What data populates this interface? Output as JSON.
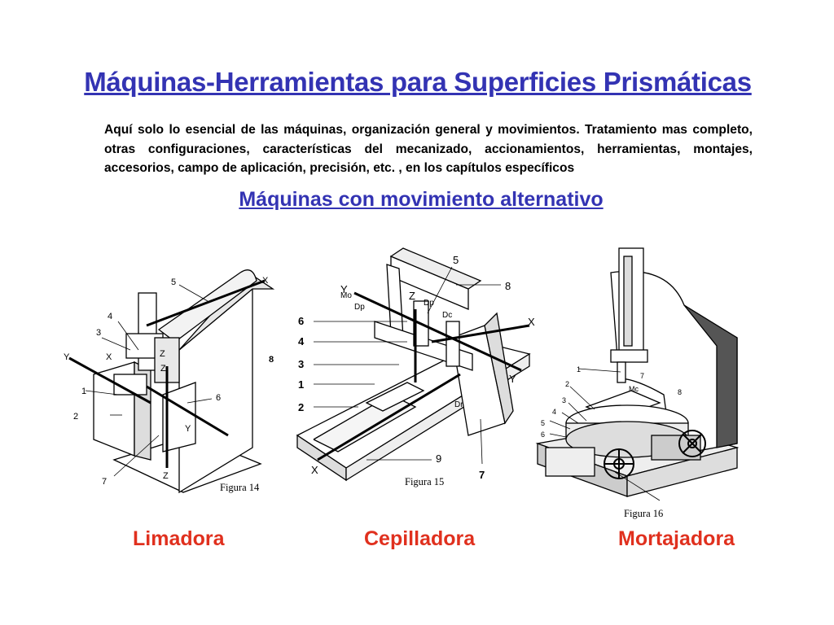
{
  "slide": {
    "title": "Máquinas-Herramientas para Superficies Prismáticas",
    "intro": "Aquí solo lo esencial de las máquinas, organización general y movimientos. Tratamiento mas completo, otras configuraciones, características del mecanizado, accionamientos, herramientas, montajes, accesorios, campo de aplicación, precisión, etc. , en los capítulos específicos",
    "subtitle": "Máquinas con movimiento alternativo"
  },
  "figures": [
    {
      "caption": "Figura 14",
      "machine": "Limadora",
      "callouts": [
        "1",
        "2",
        "3",
        "4",
        "5",
        "6",
        "7",
        "8"
      ],
      "axes": [
        "X",
        "Y",
        "Z",
        "X",
        "Y",
        "Z",
        "Z"
      ]
    },
    {
      "caption": "Figura 15",
      "machine": "Cepilladora",
      "callouts": [
        "1",
        "2",
        "3",
        "4",
        "5",
        "6",
        "7",
        "8",
        "9"
      ],
      "axes": [
        "X",
        "Y",
        "Y",
        "Z",
        "X"
      ],
      "component_tags": [
        "Mo",
        "Dp",
        "Dp",
        "Dc",
        "Dr"
      ]
    },
    {
      "caption": "Figura 16",
      "machine": "Mortajadora",
      "callouts": [
        "1",
        "2",
        "3",
        "4",
        "5",
        "6",
        "7",
        "8"
      ],
      "component_tags": [
        "Mc"
      ]
    }
  ],
  "colors": {
    "heading": "#3333b3",
    "machine_label": "#e0301e",
    "text": "#000000"
  }
}
